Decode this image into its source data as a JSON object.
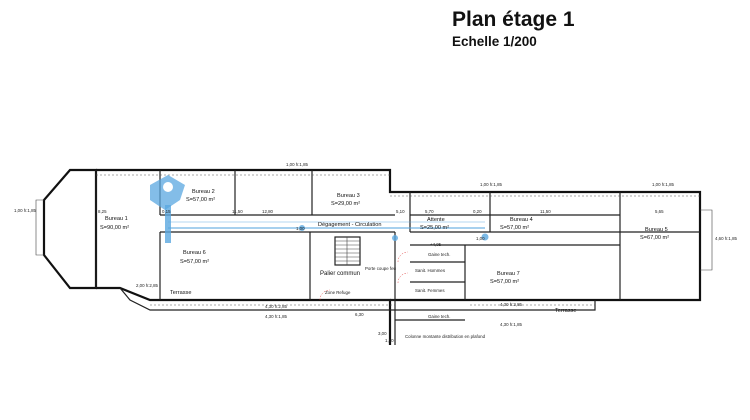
{
  "title": "Plan étage 1",
  "scale": "Echelle 1/200",
  "rooms": [
    {
      "name": "Bureau 1",
      "area": "S=90,00 m²"
    },
    {
      "name": "Bureau 2",
      "area": "S=57,00 m²"
    },
    {
      "name": "Bureau 3",
      "area": "S=29,00 m²"
    },
    {
      "name": "Bureau 4",
      "area": "S=57,00 m²"
    },
    {
      "name": "Bureau 5",
      "area": "S=67,00 m²"
    },
    {
      "name": "Bureau 6",
      "area": "S=57,00 m²"
    },
    {
      "name": "Bureau 7",
      "area": "S=57,00 m²"
    },
    {
      "name": "Attente",
      "area": "S=25,00 m²"
    }
  ],
  "labels": {
    "circulation": "Dégagement - Circulation",
    "palier": "Palier commun",
    "terrasse_left": "Terrasse",
    "terrasse_right": "Terrasse",
    "gaine_top": "Gaine tech.",
    "gaine_bottom": "Gaine tech.",
    "porte_coupe_feu": "Porte coupe feu",
    "sanit_hommes": "Sanit. Hommes",
    "sanit_femmes": "Sanit. Femmes",
    "zone_refuge": "Zone Refuge",
    "colonne": "Colonne montante distribution en plafond",
    "level": "+4,05"
  },
  "dimensions": {
    "d_top_mid": "1,00 h:1,85",
    "d_top_right1": "1,00 h:1,85",
    "d_top_right2": "1,00 h:1,85",
    "d_left_terr": "2,00 h:2,85",
    "d_bottom_left": "4,30 h:2,85",
    "d_bottom_left2": "4,30 h:1,85",
    "d_bottom_right1": "4,30 h:2,85",
    "d_bottom_right2": "4,30 h:1,85",
    "d_left": "1,00 h:1,85",
    "d_right": "4,60 h:1,85",
    "d_825": "8,25",
    "d_015": "0,15",
    "d_1150": "11,50",
    "d_1280": "12,80",
    "d_510": "5,10",
    "d_570": "5,70",
    "d_020": "0,20",
    "d_1150b": "11,50",
    "d_565": "5,65",
    "d_100": "1,00",
    "d_100b": "1,00",
    "d_630": "6,30",
    "d_300": "3,00",
    "d_150": "1,50"
  }
}
